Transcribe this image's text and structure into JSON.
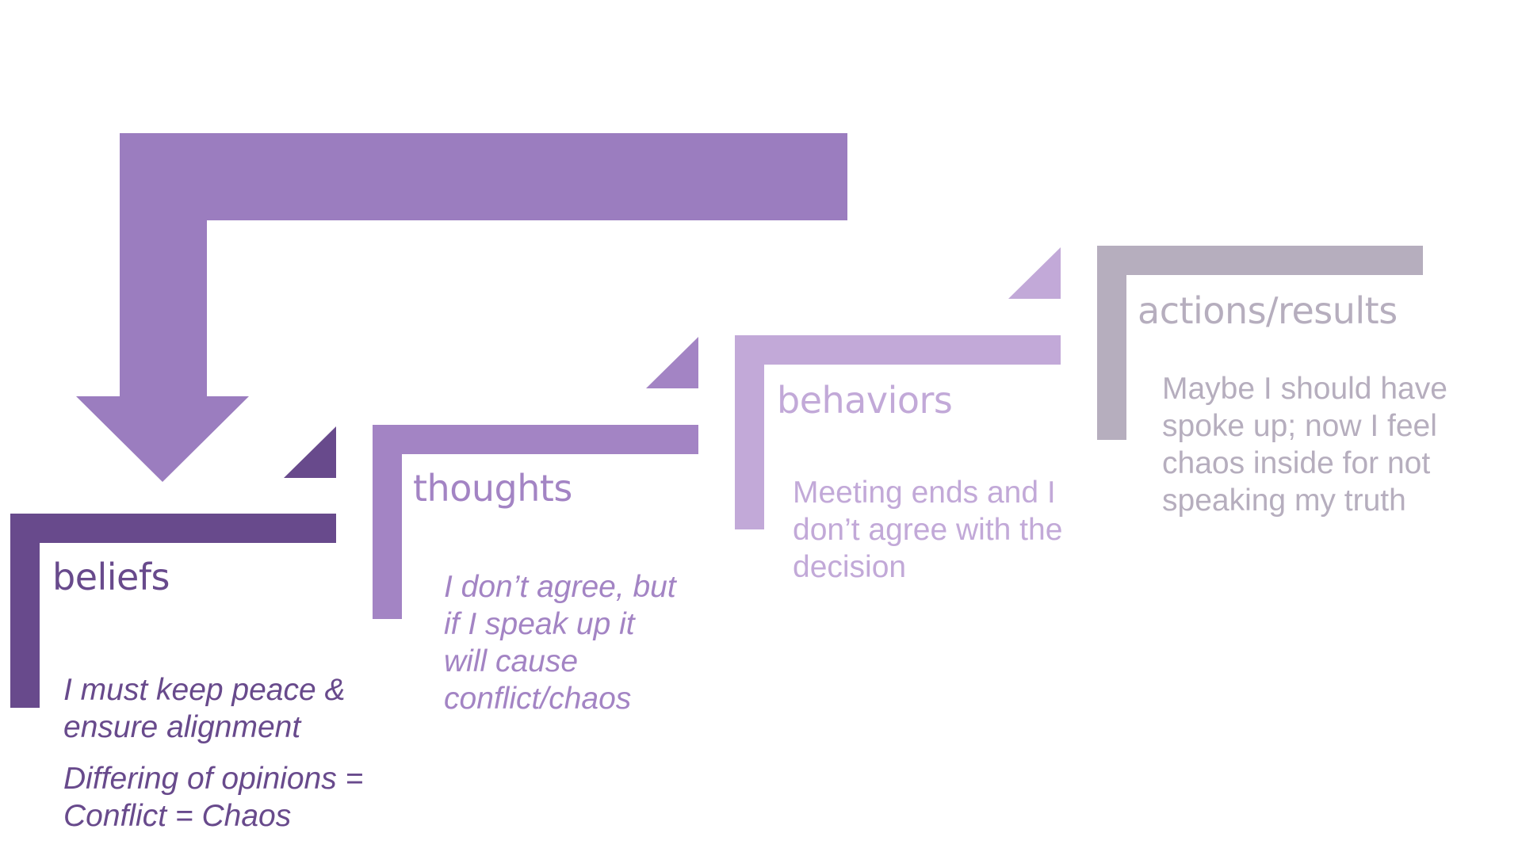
{
  "colors": {
    "arrow": "#9b7dbf",
    "beliefs": "#684a8c",
    "thoughts": "#a384c4",
    "behaviors": "#c2a9d8",
    "actions": "#b6aebe"
  },
  "stages": {
    "beliefs": {
      "title": "beliefs",
      "lines_1": [
        "I must keep peace &",
        "ensure alignment"
      ],
      "lines_2": [
        "Differing of opinions =",
        "Conflict = Chaos"
      ]
    },
    "thoughts": {
      "title": "thoughts",
      "lines": [
        "I don’t agree, but",
        "if I speak up it",
        "will cause",
        "conflict/chaos"
      ]
    },
    "behaviors": {
      "title": "behaviors",
      "lines": [
        "Meeting ends and I",
        "don’t agree with the",
        "decision"
      ]
    },
    "actions": {
      "title": "actions/results",
      "lines": [
        "Maybe I should have",
        "spoke up; now I feel",
        "chaos inside for not",
        "speaking my truth"
      ]
    }
  }
}
